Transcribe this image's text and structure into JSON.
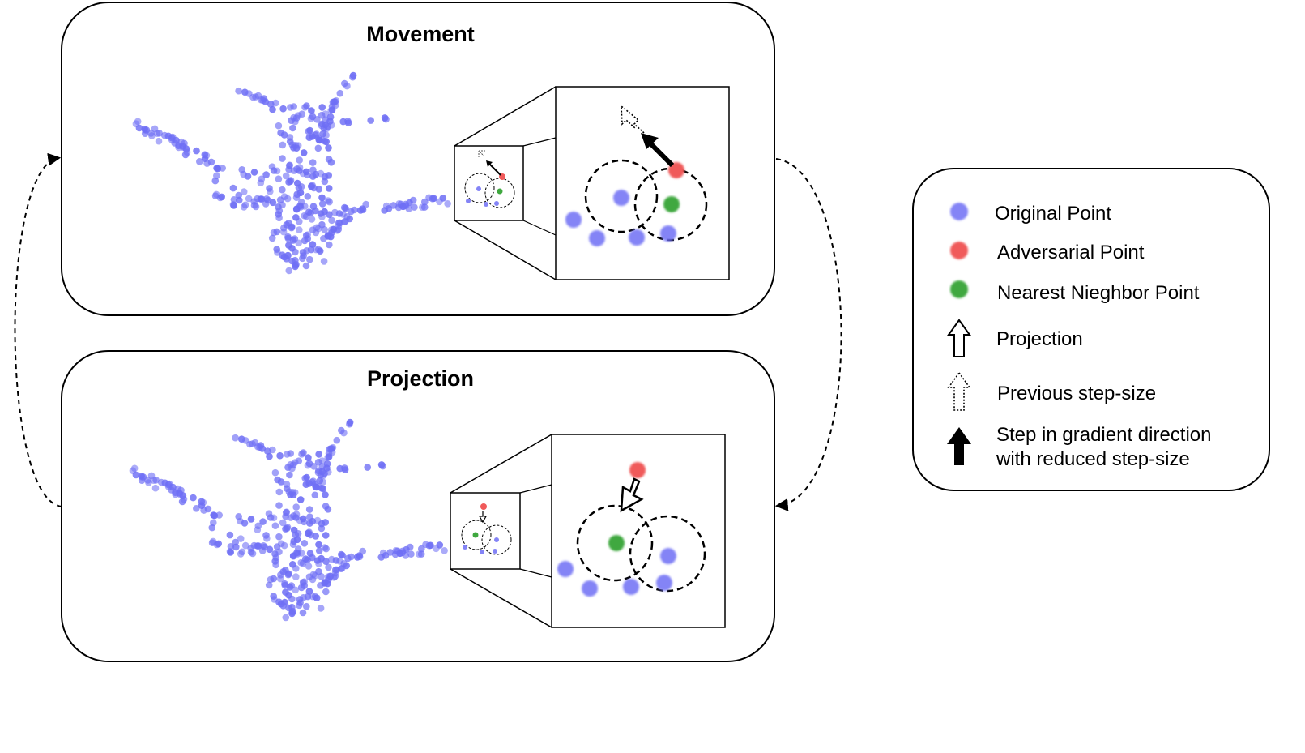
{
  "panels": {
    "movement_title": "Movement",
    "projection_title": "Projection"
  },
  "legend": {
    "original": "Original Point",
    "adversarial": "Adversarial Point",
    "nearest": "Nearest Nieghbor Point",
    "projection": "Projection",
    "previous": "Previous step-size",
    "gradient_line1": "Step in gradient direction",
    "gradient_line2": "with reduced step-size"
  },
  "colors": {
    "original": "#6f6ff5",
    "adversarial": "#f05a5a",
    "nearest": "#3fa83f"
  },
  "icons": {
    "projection": "hollow-up-arrow",
    "previous": "dotted-up-arrow",
    "gradient": "solid-up-arrow"
  }
}
